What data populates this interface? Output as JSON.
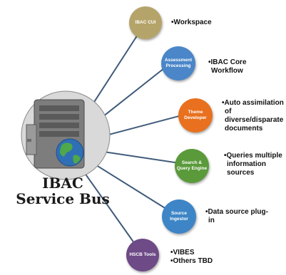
{
  "hub": {
    "label_line1": "IBAC",
    "label_line2": "Service Bus"
  },
  "nodes": [
    {
      "label": "IBAC CUI",
      "color": "#b5a46a",
      "items": [
        "•Workspace"
      ]
    },
    {
      "label": "Assessment Processing",
      "color": "#4a86c8",
      "items": [
        "•IBAC Core",
        "Workflow"
      ]
    },
    {
      "label": "Theme Developer",
      "color": "#e8701e",
      "items": [
        "•Auto assimilation",
        "of",
        "diverse/disparate",
        "documents"
      ]
    },
    {
      "label": "Search & Query Engine",
      "color": "#5a9a3a",
      "items": [
        "•Queries multiple",
        "information",
        "sources"
      ]
    },
    {
      "label": "Source Ingestor",
      "color": "#3d85c6",
      "items": [
        "•Data source plug-",
        "in"
      ]
    },
    {
      "label": "HSCB Tools",
      "color": "#6e4a86",
      "items": [
        "•VIBES",
        "•Others TBD"
      ]
    }
  ]
}
